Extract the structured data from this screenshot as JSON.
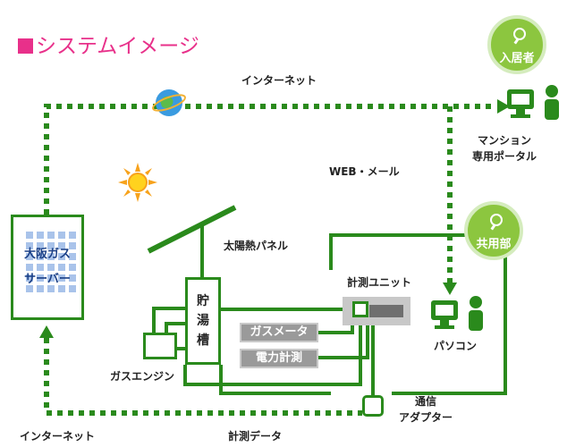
{
  "title": "システムイメージ",
  "labels": {
    "internet_top": "インターネット",
    "web_mail": "WEB・メール",
    "portal_line1": "マンション",
    "portal_line2": "専用ポータル",
    "server_line1": "大阪ガス",
    "server_line2": "サーバー",
    "solar_panel": "太陽熱パネル",
    "tank": [
      "貯",
      "湯",
      "槽"
    ],
    "measurement_unit": "計測ユニット",
    "gas_meter": "ガスメータ",
    "power_meter": "電力計測",
    "gas_engine": "ガスエンジン",
    "pc": "パソコン",
    "comm_line1": "通信",
    "comm_line2": "アダプター",
    "internet_bottom": "インターネット",
    "measurement_data": "計測データ"
  },
  "badges": {
    "resident": "入居者",
    "shared": "共用部"
  },
  "icons": [
    "globe-icon",
    "sun-icon",
    "search-icon",
    "computer-user-icon"
  ],
  "colors": {
    "accent": "#e8308a",
    "line_green": "#2a8a1c",
    "badge_green": "#8cc63f",
    "meter_gray": "#9a9a9a",
    "server_blue": "#a9c3ea"
  }
}
